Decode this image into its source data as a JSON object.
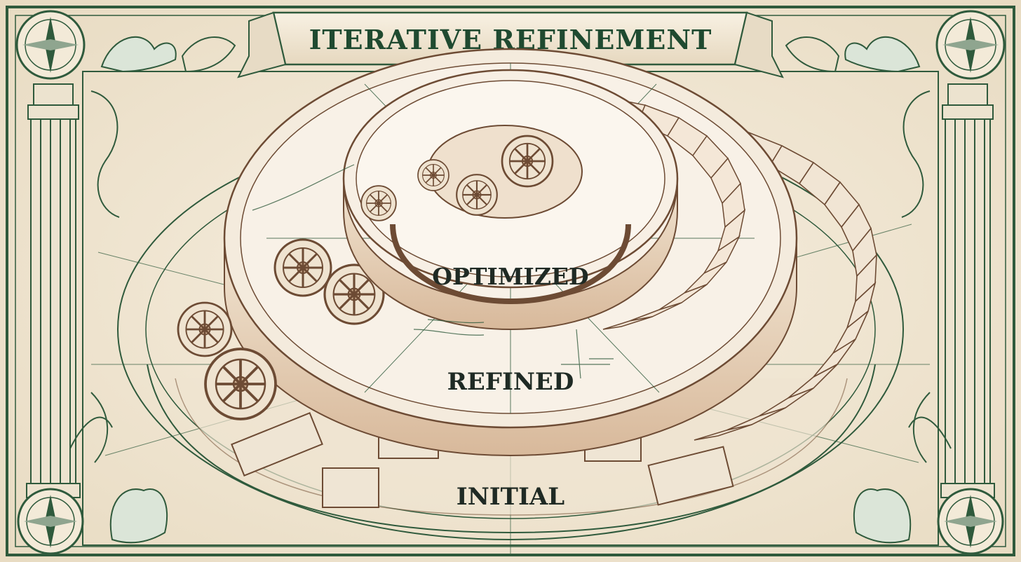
{
  "title": "ITERATIVE REFINEMENT",
  "tiers": {
    "top": "OPTIMIZED",
    "middle": "REFINED",
    "bottom": "INITIAL"
  },
  "colors": {
    "paper": "#f3ead8",
    "ink": "#2f5a3c",
    "ink_dark": "#1f3f2a",
    "sepia": "#b98a67",
    "sepia_light": "#e4ccb3",
    "stone": "#efe2cf"
  },
  "icons": [
    "compass-rose-icon",
    "griffin-icon",
    "gear-icon",
    "staircase-icon",
    "column-icon"
  ]
}
